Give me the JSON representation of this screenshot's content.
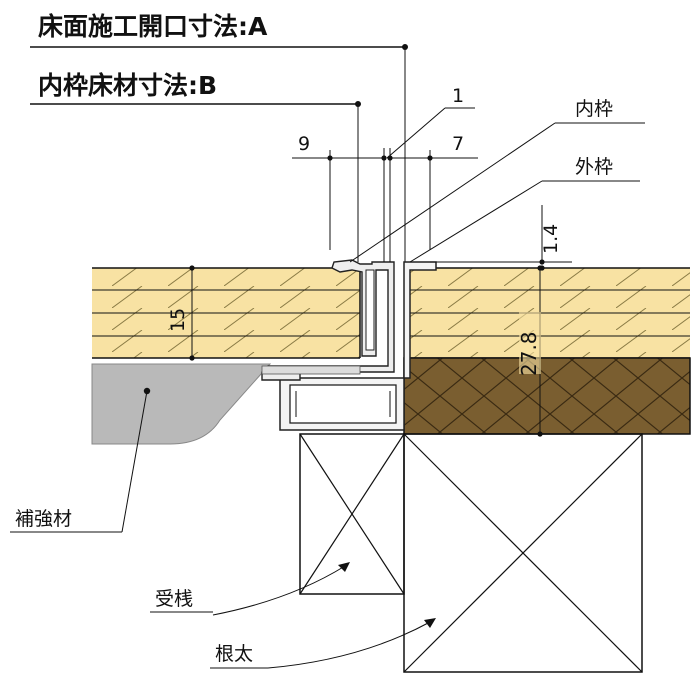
{
  "titles": {
    "a": "床面施工開口寸法:A",
    "b": "内枠床材寸法:B"
  },
  "dimensions": {
    "d1": "1",
    "d9": "9",
    "d7": "7",
    "d14": "1.4",
    "d15": "15",
    "d278": "27.8"
  },
  "parts": {
    "inner_frame": "内枠",
    "outer_frame": "外枠",
    "reinforcement": "補強材",
    "sleeper_support": "受桟",
    "joist": "根太"
  },
  "colors": {
    "board": "#f8e2a3",
    "board_line": "#8a7b45",
    "subfloor": "#7a5e30",
    "reinforcement": "#b9b9b9"
  }
}
